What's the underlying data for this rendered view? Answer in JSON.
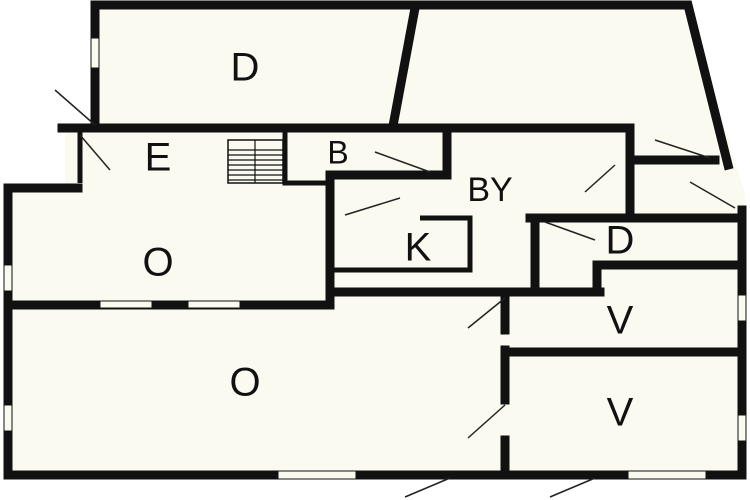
{
  "rooms": [
    {
      "id": "upper-left-room",
      "label": "D"
    },
    {
      "id": "hall-e",
      "label": "E"
    },
    {
      "id": "bath-b",
      "label": "B"
    },
    {
      "id": "utility-by",
      "label": "BY"
    },
    {
      "id": "living-upper",
      "label": "O"
    },
    {
      "id": "kitchen-k",
      "label": "K"
    },
    {
      "id": "shower-d",
      "label": "D"
    },
    {
      "id": "living-lower",
      "label": "O"
    },
    {
      "id": "bedroom-v1",
      "label": "V"
    },
    {
      "id": "bedroom-v2",
      "label": "V"
    }
  ],
  "colors": {
    "floor": "#fafaf0",
    "wall": "#111111"
  }
}
